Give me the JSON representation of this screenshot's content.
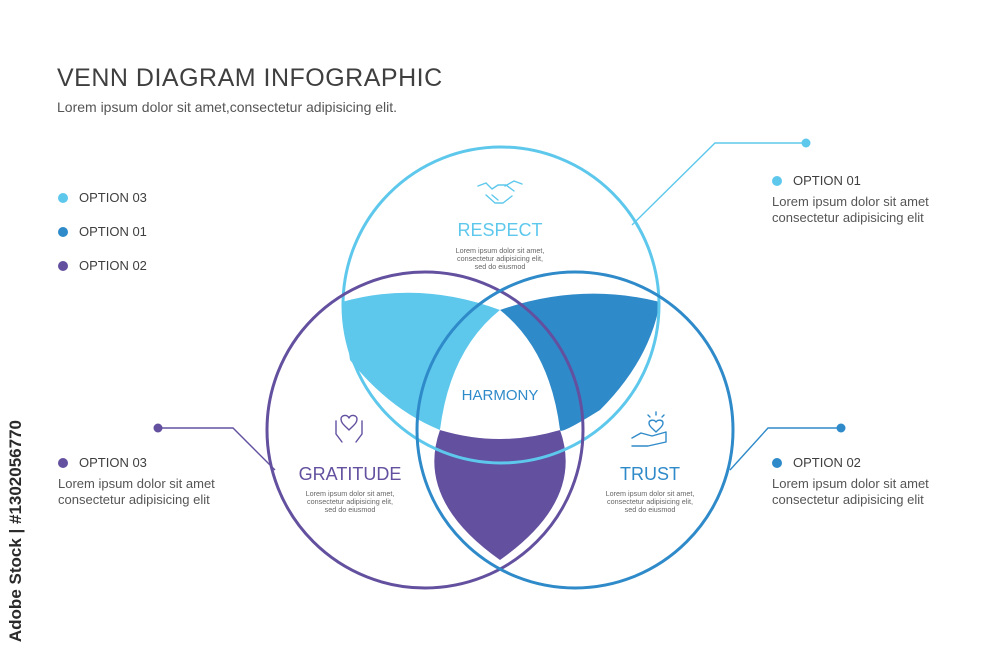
{
  "header": {
    "title": "VENN DIAGRAM INFOGRAPHIC",
    "subtitle": "Lorem ipsum dolor sit amet,consectetur adipisicing elit."
  },
  "legend": [
    {
      "label": "OPTION 03",
      "color": "#5ec8ec"
    },
    {
      "label": "OPTION 01",
      "color": "#2f8ac9"
    },
    {
      "label": "OPTION 02",
      "color": "#63509f"
    }
  ],
  "colors": {
    "light_blue": "#5ec8ec",
    "mid_blue": "#2f8ac9",
    "purple": "#63509f",
    "text_dark": "#3f3f3f"
  },
  "sets": {
    "respect": {
      "label": "RESPECT",
      "icon": "handshake-icon",
      "text": [
        "Lorem ipsum dolor sit amet,",
        "consectetur adipisicing elit,",
        "sed do eiusmod"
      ]
    },
    "gratitude": {
      "label": "GRATITUDE",
      "icon": "heart-hands-icon",
      "text": [
        "Lorem ipsum dolor sit amet,",
        "consectetur adipisicing elit,",
        "sed do eiusmod"
      ]
    },
    "trust": {
      "label": "TRUST",
      "icon": "hand-heart-icon",
      "text": [
        "Lorem ipsum dolor sit amet,",
        "consectetur adipisicing elit,",
        "sed do eiusmod"
      ]
    },
    "center": {
      "label": "HARMONY"
    }
  },
  "callouts": {
    "top_right": {
      "option": "OPTION 01",
      "line1": "Lorem ipsum dolor sit amet",
      "line2": "consectetur adipisicing elit",
      "color": "#5ec8ec"
    },
    "bottom_right": {
      "option": "OPTION 02",
      "line1": "Lorem ipsum dolor sit amet",
      "line2": "consectetur adipisicing elit",
      "color": "#2f8ac9"
    },
    "left": {
      "option": "OPTION 03",
      "line1": "Lorem ipsum dolor sit amet",
      "line2": "consectetur adipisicing elit",
      "color": "#63509f"
    }
  },
  "watermark": {
    "side_text": "Adobe Stock | #1302056770"
  }
}
